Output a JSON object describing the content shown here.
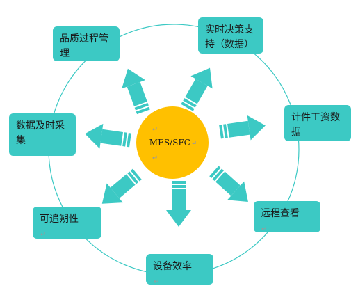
{
  "center": {
    "label": "MES/SFC",
    "return_mark": "↵"
  },
  "nodes": [
    {
      "id": "quality",
      "label": "品质过程管理"
    },
    {
      "id": "decision",
      "label": "实时决策支持（数据）"
    },
    {
      "id": "wage",
      "label": "计件工资数据"
    },
    {
      "id": "remote",
      "label": "远程查看"
    },
    {
      "id": "efficiency",
      "label": "设备效率"
    },
    {
      "id": "trace",
      "label": "可追朔性"
    },
    {
      "id": "timely",
      "label": "数据及时采集"
    }
  ],
  "colors": {
    "node_fill": "#3cc9c4",
    "center_fill": "#ffc000",
    "ring_stroke": "#3cc9c4",
    "arrow_fill": "#3cc9c4"
  }
}
